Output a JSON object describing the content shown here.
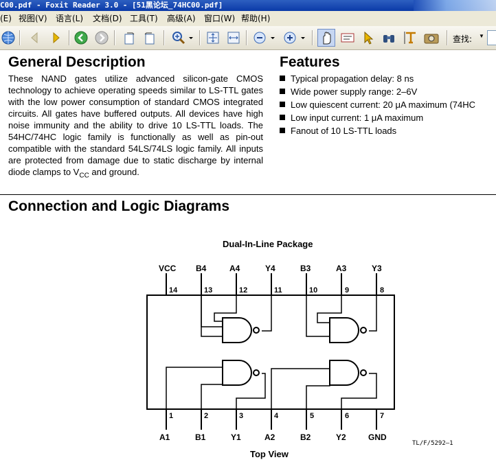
{
  "window": {
    "title": "C00.pdf - Foxit Reader 3.0 - [51黑论坛_74HC00.pdf]"
  },
  "menu": [
    {
      "label": "(E)"
    },
    {
      "label": "视图(V)"
    },
    {
      "label": "语言(L)"
    },
    {
      "label": "文档(D)"
    },
    {
      "label": "工具(T)"
    },
    {
      "label": "高级(A)"
    },
    {
      "label": "窗口(W)"
    },
    {
      "label": "帮助(H)"
    }
  ],
  "toolbar": {
    "find_label": "查找:"
  },
  "document": {
    "general": {
      "heading": "General Description",
      "body_part1": "These NAND gates utilize advanced silicon-gate CMOS technology to achieve operating speeds similar to LS-TTL gates with the low power consumption of standard CMOS integrated circuits. All gates have buffered outputs. All devices have high noise immunity and the ability to drive 10 LS-TTL loads. The 54HC/74HC logic family is functionally as well as pin-out compatible with the standard 54LS/74LS logic family. All inputs are protected from damage due to static discharge by internal diode clamps to V",
      "body_sub": "CC",
      "body_part2": " and ground."
    },
    "features": {
      "heading": "Features",
      "items": [
        "Typical propagation delay: 8 ns",
        "Wide power supply range: 2–6V",
        "Low quiescent current: 20 μA maximum (74HC",
        "Low input current: 1 μA maximum",
        "Fanout of 10 LS-TTL loads"
      ]
    },
    "connection": {
      "heading": "Connection and Logic Diagrams",
      "package_title": "Dual-In-Line Package",
      "view_label": "Top View",
      "part_number": "TL/F/5292–1",
      "top_pins": [
        {
          "name": "VCC",
          "num": "14"
        },
        {
          "name": "B4",
          "num": "13"
        },
        {
          "name": "A4",
          "num": "12"
        },
        {
          "name": "Y4",
          "num": "11"
        },
        {
          "name": "B3",
          "num": "10"
        },
        {
          "name": "A3",
          "num": "9"
        },
        {
          "name": "Y3",
          "num": "8"
        }
      ],
      "bottom_pins": [
        {
          "name": "A1",
          "num": "1"
        },
        {
          "name": "B1",
          "num": "2"
        },
        {
          "name": "Y1",
          "num": "3"
        },
        {
          "name": "A2",
          "num": "4"
        },
        {
          "name": "B2",
          "num": "5"
        },
        {
          "name": "Y2",
          "num": "6"
        },
        {
          "name": "GND",
          "num": "7"
        }
      ]
    }
  }
}
